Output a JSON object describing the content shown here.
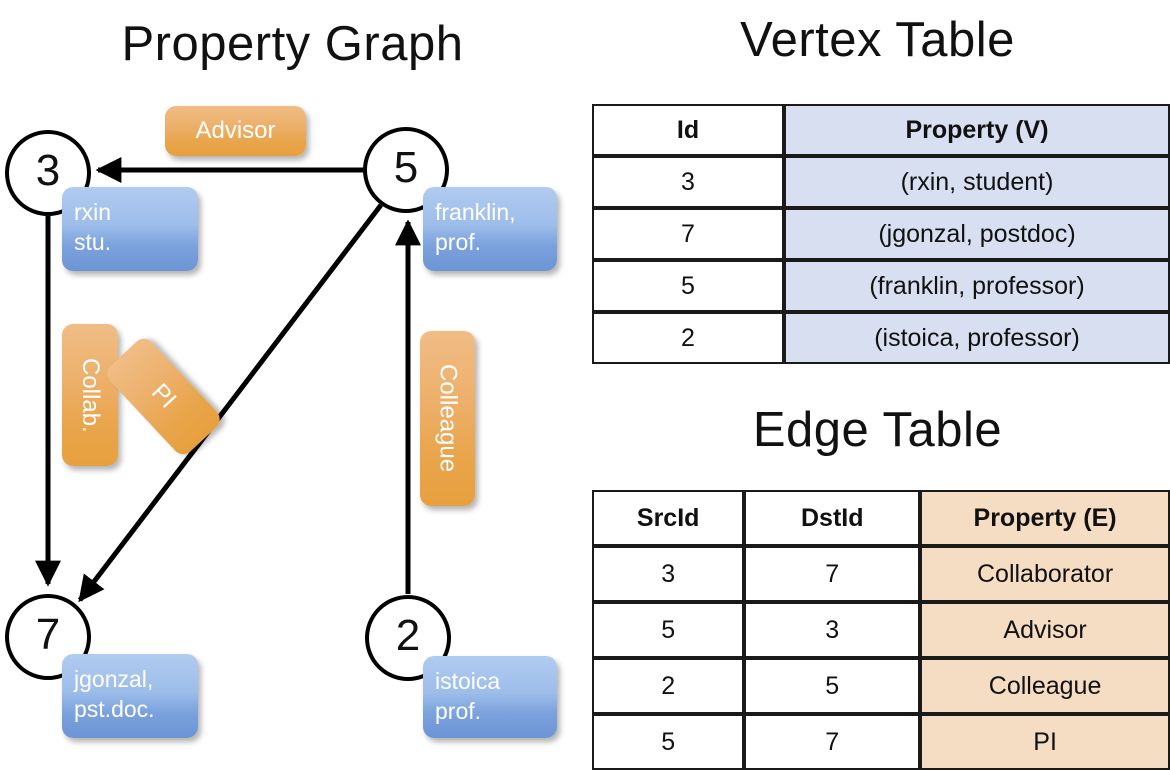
{
  "titles": {
    "graph": "Property Graph",
    "vertex_table": "Vertex Table",
    "edge_table": "Edge Table"
  },
  "colors": {
    "edge_label_fill": "#e9a54b",
    "property_box_fill": "#7ba2dd",
    "vertex_header_fill": "#d7dff1",
    "edge_header_fill": "#f5ddc4",
    "stroke": "#000000",
    "background": "#ffffff"
  },
  "graph": {
    "nodes": [
      {
        "id": "3",
        "property_line1": "rxin",
        "property_line2": "stu."
      },
      {
        "id": "5",
        "property_line1": "franklin,",
        "property_line2": "prof."
      },
      {
        "id": "7",
        "property_line1": "jgonzal,",
        "property_line2": "pst.doc."
      },
      {
        "id": "2",
        "property_line1": "istoica",
        "property_line2": "prof."
      }
    ],
    "edge_labels": [
      {
        "name": "advisor-label",
        "text": "Advisor"
      },
      {
        "name": "collab-label",
        "text": "Collab."
      },
      {
        "name": "pi-label",
        "text": "PI"
      },
      {
        "name": "colleague-label",
        "text": "Colleague"
      }
    ],
    "edges": [
      {
        "from": "5",
        "to": "3",
        "label": "Advisor"
      },
      {
        "from": "3",
        "to": "7",
        "label": "Collab."
      },
      {
        "from": "5",
        "to": "7",
        "label": "PI"
      },
      {
        "from": "2",
        "to": "5",
        "label": "Colleague"
      }
    ]
  },
  "vertex_table": {
    "headers": [
      "Id",
      "Property (V)"
    ],
    "rows": [
      {
        "id": "3",
        "property": "(rxin, student)"
      },
      {
        "id": "7",
        "property": "(jgonzal, postdoc)"
      },
      {
        "id": "5",
        "property": "(franklin, professor)"
      },
      {
        "id": "2",
        "property": "(istoica, professor)"
      }
    ]
  },
  "edge_table": {
    "headers": [
      "SrcId",
      "DstId",
      "Property (E)"
    ],
    "rows": [
      {
        "src": "3",
        "dst": "7",
        "property": "Collaborator"
      },
      {
        "src": "5",
        "dst": "3",
        "property": "Advisor"
      },
      {
        "src": "2",
        "dst": "5",
        "property": "Colleague"
      },
      {
        "src": "5",
        "dst": "7",
        "property": "PI"
      }
    ]
  }
}
